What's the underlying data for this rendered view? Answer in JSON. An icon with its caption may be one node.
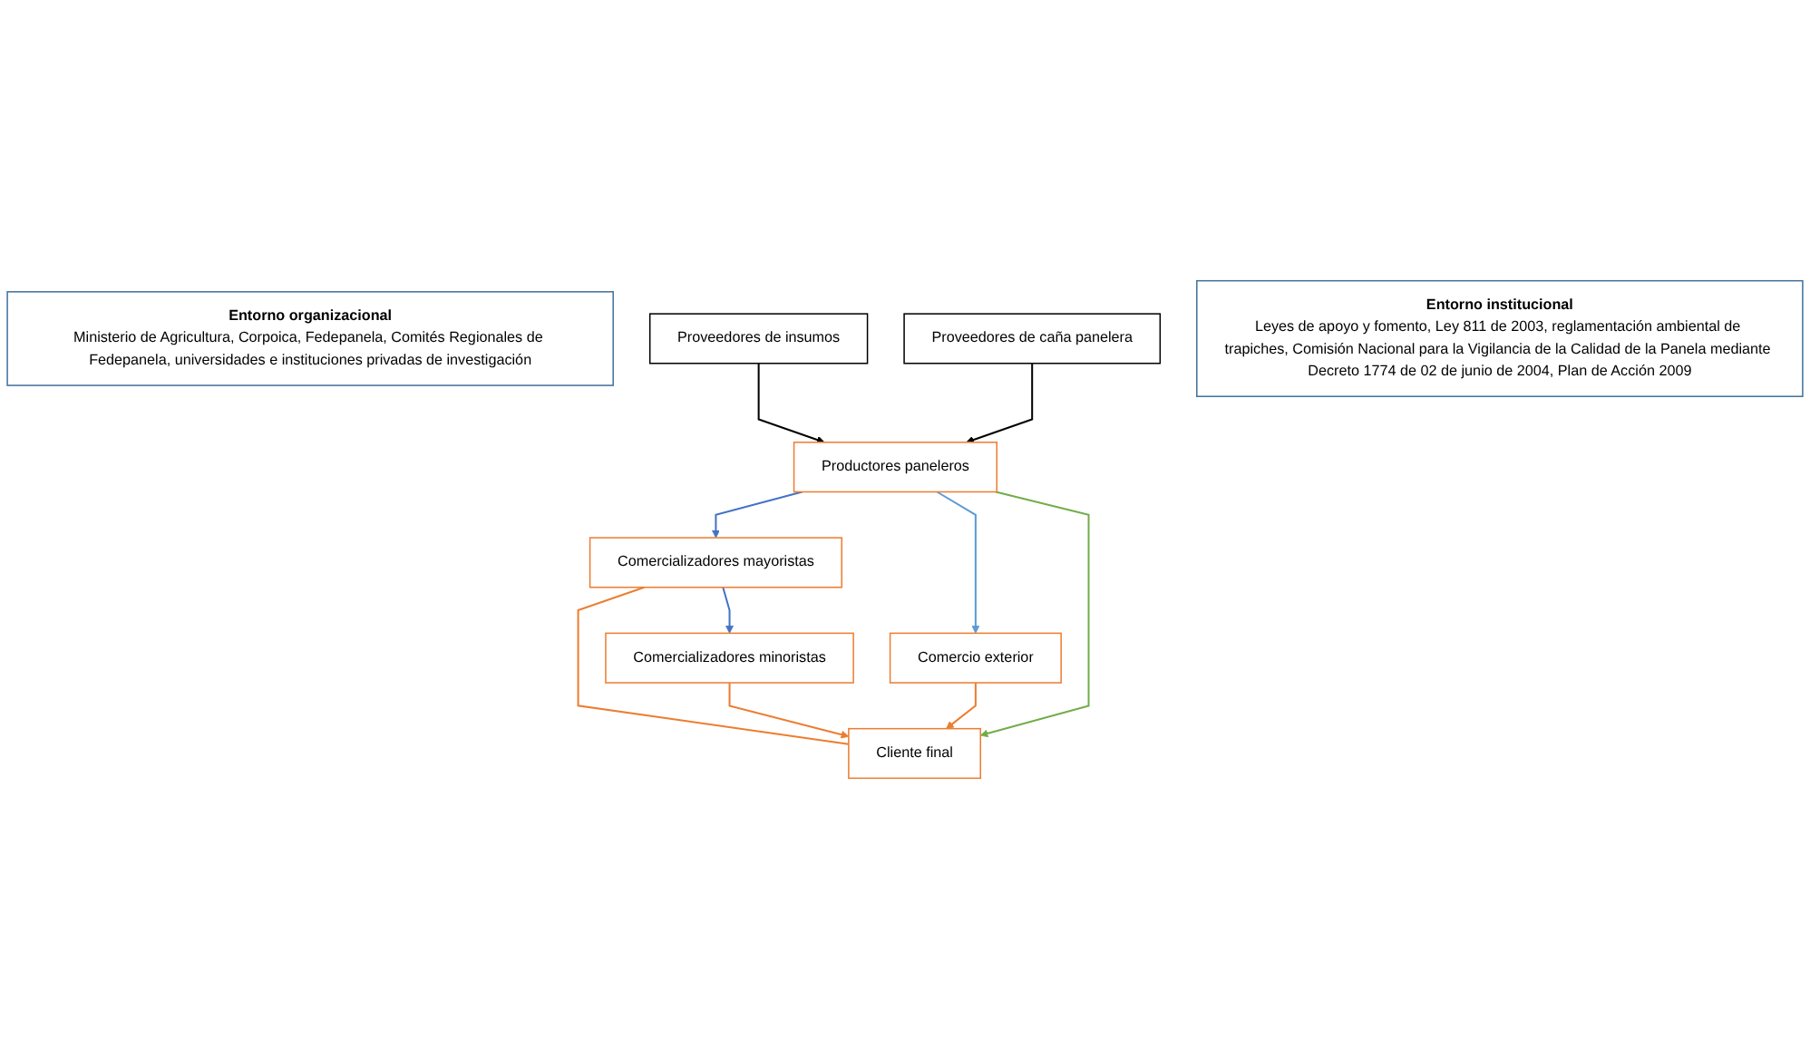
{
  "diagram": {
    "nodes": [
      {
        "text": [
          "Entorno organizacional",
          "Ministerio de Agricultura, Corpoica, Fedepanela, Comités Regionales de Fedepanela, universidades e instituciones privadas de investigación"
        ]
      },
      {
        "text": [
          "Productores paneleros"
        ]
      },
      {
        "text": [
          "Comercializadores mayoristas"
        ]
      },
      {
        "text": [
          "Comercializadores minoristas"
        ]
      },
      {
        "text": [
          "Proveedores de insumos"
        ]
      },
      {
        "text": [
          "Proveedores de caña panelera"
        ]
      },
      {
        "text": [
          "Comercio exterior"
        ]
      },
      {
        "text": [
          "Cliente final"
        ]
      },
      {
        "text": [
          "Entorno institucional",
          "Leyes de apoyo y fomento, Ley 811 de 2003, reglamentación ambiental de trapiches, Comisión Nacional para la Vigilancia de la Calidad de la Panela mediante Decreto 1774 de 02 de junio de 2004, Plan de Acción 2009"
        ]
      }
    ],
    "edges": [
      {
        "from": 1,
        "to": 2,
        "arrow": "to",
        "color": "#4472c4"
      },
      {
        "from": 2,
        "to": 3,
        "arrow": "to",
        "color": "#4472c4"
      },
      {
        "from": 1,
        "to": 6,
        "arrow": "to",
        "color": "#5b9bd5"
      },
      {
        "from": 4,
        "to": 1,
        "arrow": "to",
        "color": "#000000"
      },
      {
        "from": 5,
        "to": 1,
        "arrow": "to",
        "color": "#000000"
      },
      {
        "from": 2,
        "to": 7,
        "arrow": "none"
      },
      {
        "from": 3,
        "to": 7,
        "arrow": "to"
      },
      {
        "from": 6,
        "to": 7,
        "arrow": "to"
      },
      {
        "from": 1,
        "to": 7,
        "arrow": "to",
        "color": "#70ad47"
      }
    ]
  }
}
